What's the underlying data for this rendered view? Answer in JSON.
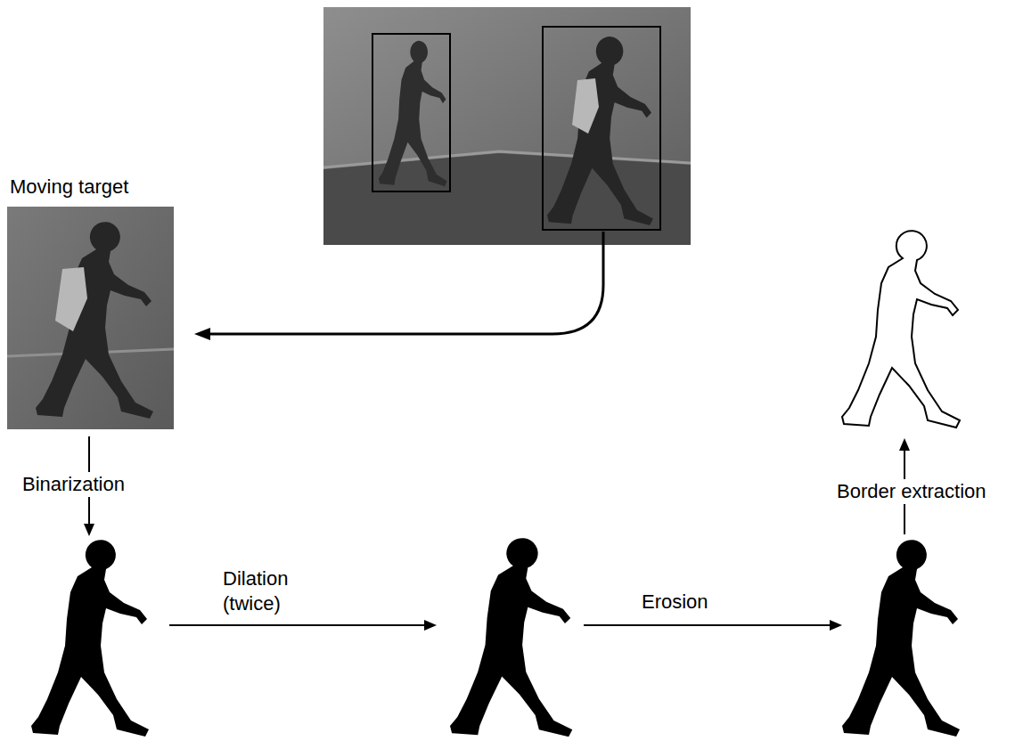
{
  "diagram": {
    "labels": [
      "Moving target",
      "Binarization",
      "Dilation (twice)",
      "Erosion",
      "Border extraction"
    ]
  }
}
